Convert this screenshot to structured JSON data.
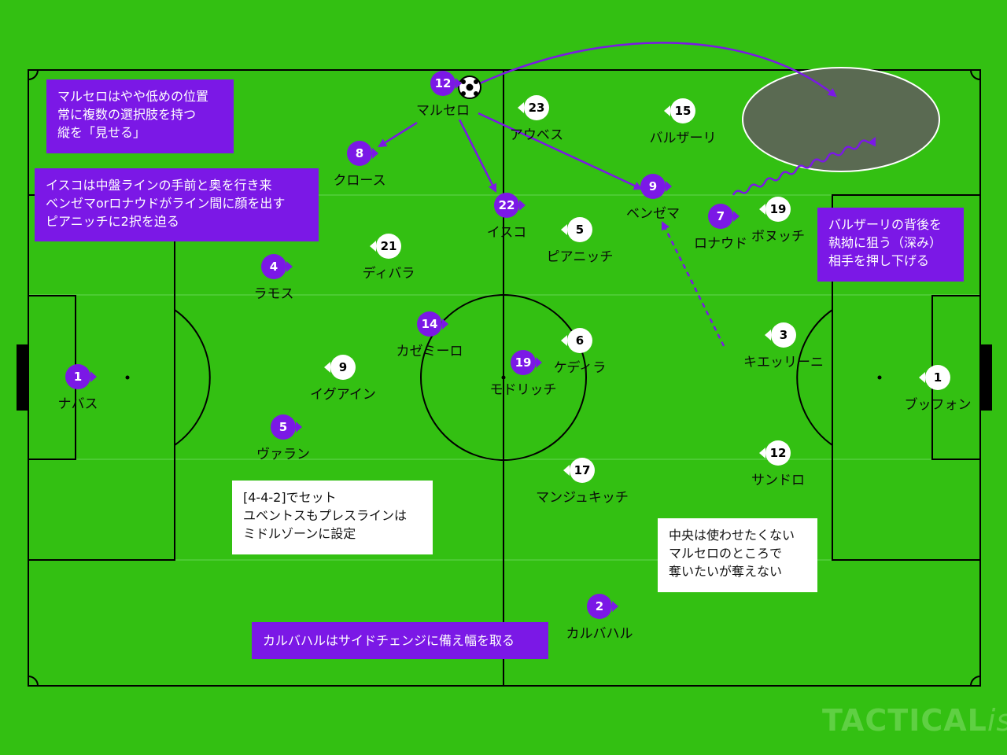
{
  "team_a": {
    "color": "#7b18e6",
    "players": [
      {
        "number": "12",
        "name": "マルセロ"
      },
      {
        "number": "8",
        "name": "クロース"
      },
      {
        "number": "22",
        "name": "イスコ"
      },
      {
        "number": "9",
        "name": "ベンゼマ"
      },
      {
        "number": "7",
        "name": "ロナウド"
      },
      {
        "number": "4",
        "name": "ラモス"
      },
      {
        "number": "14",
        "name": "カゼミーロ"
      },
      {
        "number": "1",
        "name": "ナバス"
      },
      {
        "number": "5",
        "name": "ヴァラン"
      },
      {
        "number": "2",
        "name": "カルバハル"
      }
    ]
  },
  "team_b": {
    "color": "#ffffff",
    "players": [
      {
        "number": "23",
        "name": "アウベス"
      },
      {
        "number": "15",
        "name": "バルザーリ"
      },
      {
        "number": "19",
        "name": "ボヌッチ"
      },
      {
        "number": "5",
        "name": "ピアニッチ"
      },
      {
        "number": "21",
        "name": "ディバラ"
      },
      {
        "number": "9",
        "name": "イグアイン"
      },
      {
        "number": "6",
        "name": "ケディラ"
      },
      {
        "number": "3",
        "name": "キエッリーニ"
      },
      {
        "number": "1",
        "name": "ブッフォン"
      },
      {
        "number": "12",
        "name": "サンドロ"
      },
      {
        "number": "17",
        "name": "マンジュキッチ"
      }
    ]
  },
  "highlight_player": {
    "number": "19",
    "name": "モドリッチ"
  },
  "notes": {
    "marcelo": [
      "マルセロはやや低めの位置",
      "常に複数の選択肢を持つ",
      "縦を「見せる」"
    ],
    "isco": [
      "イスコは中盤ラインの手前と奥を行き来",
      "ベンゼマorロナウドがライン間に顔を出す",
      "ピアニッチに2択を迫る"
    ],
    "barzagli": [
      "バルザーリの背後を",
      "執拗に狙う（深み）",
      "相手を押し下げる"
    ],
    "setup": [
      "[4-4-2]でセット",
      "ユベントスもプレスラインは",
      "ミドルゾーンに設定"
    ],
    "center": [
      "中央は使わせたくない",
      "マルセロのところで",
      "奪いたいが奪えない"
    ],
    "carvajal": [
      "カルバハルはサイドチェンジに備え幅を取る"
    ]
  },
  "watermark": {
    "main": "TACTICAL",
    "suffix": "ista"
  },
  "colors": {
    "pitch": "#33c012",
    "accent": "#7b18e6",
    "line": "#000000"
  }
}
